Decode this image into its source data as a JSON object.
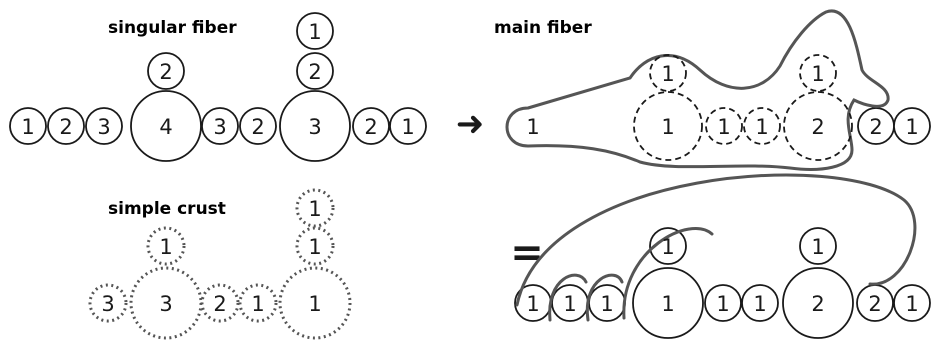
{
  "labels": {
    "singular_fiber": "singular fiber",
    "simple_crust": "simple crust",
    "main_fiber": "main fiber",
    "arrow": "➜",
    "equals": "="
  },
  "colors": {
    "stroke": "#1a1a1a",
    "outline": "#555555",
    "dashed": "#555555"
  },
  "singular_fiber": {
    "chain": [
      "1",
      "2",
      "3",
      "4",
      "3",
      "2",
      "3",
      "2",
      "1"
    ],
    "branch_on_4": [
      "2"
    ],
    "branch_on_3": [
      "2",
      "1"
    ]
  },
  "simple_crust": {
    "chain": [
      "3",
      "3",
      "2",
      "1",
      "1"
    ],
    "branch_on_3": [
      "1"
    ],
    "branch_on_1": [
      "1",
      "1"
    ]
  },
  "main_fiber": {
    "left": "1",
    "inner": [
      "1",
      "1",
      "1",
      "2"
    ],
    "inner_top": [
      "1",
      "1"
    ],
    "right": [
      "2",
      "1"
    ]
  },
  "equals_fiber": {
    "chain": [
      "1",
      "1",
      "1",
      "1",
      "1",
      "1",
      "2",
      "2",
      "1"
    ],
    "top": [
      "1",
      "1"
    ]
  }
}
